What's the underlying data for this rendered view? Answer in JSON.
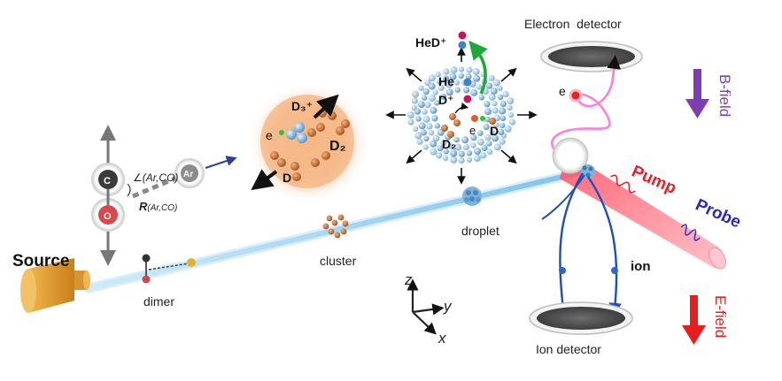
{
  "labels": {
    "source": "Source",
    "dimer": "dimer",
    "cluster": "cluster",
    "droplet": "droplet",
    "electron_detector": "Electron  detector",
    "ion_detector": "Ion detector",
    "b_field": "B-field",
    "e_field": "E-field",
    "pump": "Pump",
    "probe": "Probe",
    "ion": "ion",
    "electron": "e",
    "hed_plus": "HeD⁺",
    "he": "He",
    "d_plus": "D⁺",
    "d2_droplet": "D₂",
    "e_droplet": "e",
    "d_droplet": "D",
    "d3_plus": "D₃⁺",
    "e_cluster": "e",
    "d2_cluster": "D₂",
    "d_cluster": "D",
    "angle_label": "∠(Ar,CO)",
    "r_label": "R",
    "r_sub": "(Ar,CO)",
    "atom_c": "C",
    "atom_o": "O",
    "atom_ar": "Ar",
    "axis_z": "z",
    "axis_y": "y",
    "axis_x": "x"
  },
  "colors": {
    "beam": "#9fd3f2",
    "laser": "#ff7a8a",
    "pump_text": "#e8202a",
    "probe_text": "#2b2bbf",
    "b_field": "#7d3fb0",
    "e_field": "#e81d1d",
    "source": "#e8a93a",
    "deuterium": "#c8692a",
    "helium": "#6aa7d6",
    "electron_trail": "#ff4fd0"
  }
}
